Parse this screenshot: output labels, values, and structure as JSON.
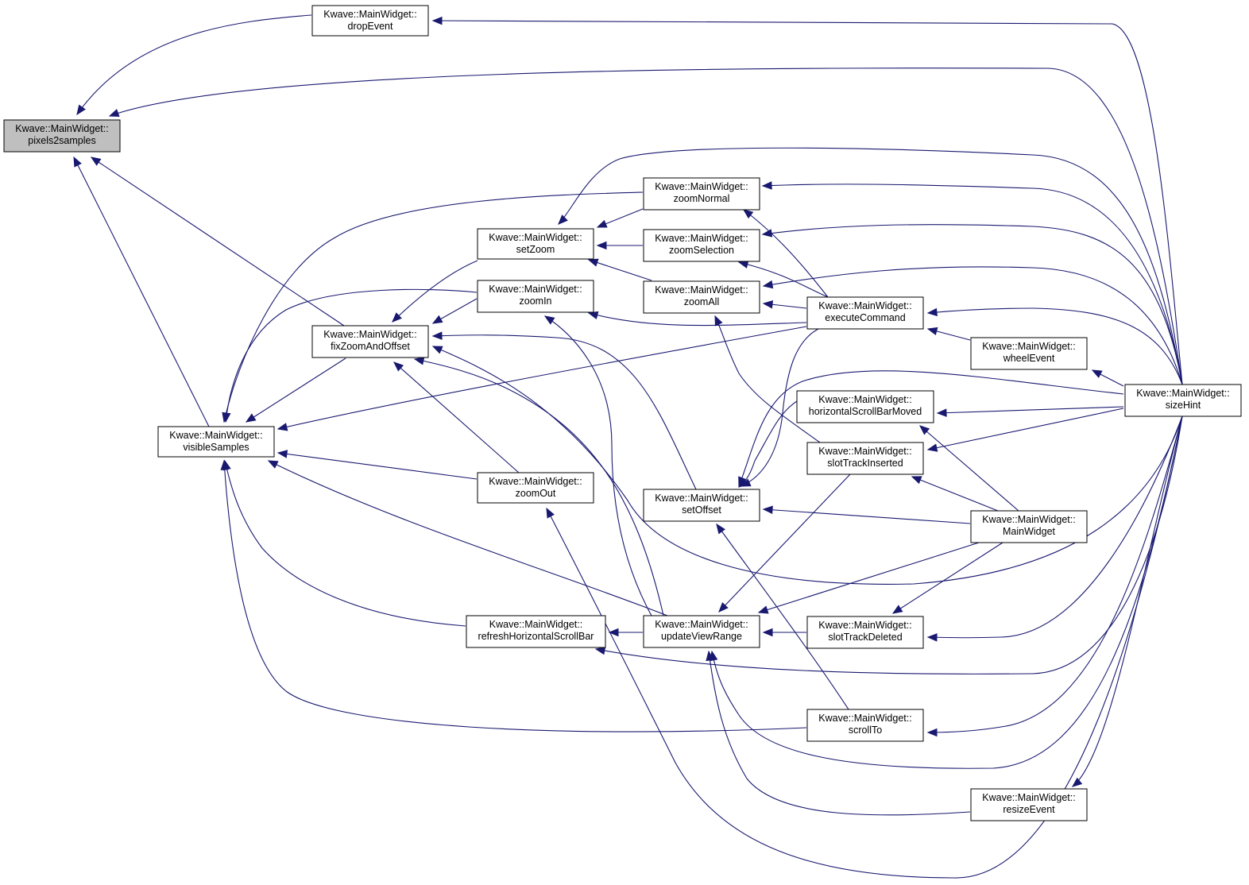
{
  "nodes": [
    {
      "id": "pixels2samples",
      "line1": "Kwave::MainWidget::",
      "line2": "pixels2samples",
      "root": true
    },
    {
      "id": "dropEvent",
      "line1": "Kwave::MainWidget::",
      "line2": "dropEvent"
    },
    {
      "id": "visibleSamples",
      "line1": "Kwave::MainWidget::",
      "line2": "visibleSamples"
    },
    {
      "id": "fixZoomAndOffset",
      "line1": "Kwave::MainWidget::",
      "line2": "fixZoomAndOffset"
    },
    {
      "id": "refreshHorizontalScrollBar",
      "line1": "Kwave::MainWidget::",
      "line2": "refreshHorizontalScrollBar"
    },
    {
      "id": "setZoom",
      "line1": "Kwave::MainWidget::",
      "line2": "setZoom"
    },
    {
      "id": "zoomIn",
      "line1": "Kwave::MainWidget::",
      "line2": "zoomIn"
    },
    {
      "id": "zoomOut",
      "line1": "Kwave::MainWidget::",
      "line2": "zoomOut"
    },
    {
      "id": "zoomNormal",
      "line1": "Kwave::MainWidget::",
      "line2": "zoomNormal"
    },
    {
      "id": "zoomSelection",
      "line1": "Kwave::MainWidget::",
      "line2": "zoomSelection"
    },
    {
      "id": "zoomAll",
      "line1": "Kwave::MainWidget::",
      "line2": "zoomAll"
    },
    {
      "id": "setOffset",
      "line1": "Kwave::MainWidget::",
      "line2": "setOffset"
    },
    {
      "id": "updateViewRange",
      "line1": "Kwave::MainWidget::",
      "line2": "updateViewRange"
    },
    {
      "id": "executeCommand",
      "line1": "Kwave::MainWidget::",
      "line2": "executeCommand"
    },
    {
      "id": "horizontalScrollBarMoved",
      "line1": "Kwave::MainWidget::",
      "line2": "horizontalScrollBarMoved"
    },
    {
      "id": "slotTrackInserted",
      "line1": "Kwave::MainWidget::",
      "line2": "slotTrackInserted"
    },
    {
      "id": "slotTrackDeleted",
      "line1": "Kwave::MainWidget::",
      "line2": "slotTrackDeleted"
    },
    {
      "id": "scrollTo",
      "line1": "Kwave::MainWidget::",
      "line2": "scrollTo"
    },
    {
      "id": "wheelEvent",
      "line1": "Kwave::MainWidget::",
      "line2": "wheelEvent"
    },
    {
      "id": "MainWidget",
      "line1": "Kwave::MainWidget::",
      "line2": "MainWidget"
    },
    {
      "id": "resizeEvent",
      "line1": "Kwave::MainWidget::",
      "line2": "resizeEvent"
    },
    {
      "id": "sizeHint",
      "line1": "Kwave::MainWidget::",
      "line2": "sizeHint"
    }
  ],
  "edges": [
    {
      "from": "dropEvent",
      "to": "pixels2samples"
    },
    {
      "from": "sizeHint",
      "to": "pixels2samples"
    },
    {
      "from": "fixZoomAndOffset",
      "to": "pixels2samples"
    },
    {
      "from": "visibleSamples",
      "to": "pixels2samples"
    },
    {
      "from": "sizeHint",
      "to": "dropEvent"
    },
    {
      "from": "fixZoomAndOffset",
      "to": "visibleSamples"
    },
    {
      "from": "zoomNormal",
      "to": "visibleSamples"
    },
    {
      "from": "zoomIn",
      "to": "visibleSamples"
    },
    {
      "from": "executeCommand",
      "to": "visibleSamples"
    },
    {
      "from": "zoomOut",
      "to": "visibleSamples"
    },
    {
      "from": "updateViewRange",
      "to": "visibleSamples"
    },
    {
      "from": "refreshHorizontalScrollBar",
      "to": "visibleSamples"
    },
    {
      "from": "scrollTo",
      "to": "visibleSamples"
    },
    {
      "from": "setZoom",
      "to": "fixZoomAndOffset"
    },
    {
      "from": "zoomIn",
      "to": "fixZoomAndOffset"
    },
    {
      "from": "setOffset",
      "to": "fixZoomAndOffset"
    },
    {
      "from": "zoomOut",
      "to": "fixZoomAndOffset"
    },
    {
      "from": "updateViewRange",
      "to": "fixZoomAndOffset"
    },
    {
      "from": "sizeHint",
      "to": "fixZoomAndOffset"
    },
    {
      "from": "updateViewRange",
      "to": "refreshHorizontalScrollBar"
    },
    {
      "from": "sizeHint",
      "to": "refreshHorizontalScrollBar"
    },
    {
      "from": "zoomNormal",
      "to": "setZoom"
    },
    {
      "from": "zoomSelection",
      "to": "setZoom"
    },
    {
      "from": "zoomAll",
      "to": "setZoom"
    },
    {
      "from": "sizeHint",
      "to": "setZoom"
    },
    {
      "from": "executeCommand",
      "to": "zoomIn"
    },
    {
      "from": "updateViewRange",
      "to": "zoomIn"
    },
    {
      "from": "sizeHint",
      "to": "zoomOut"
    },
    {
      "from": "executeCommand",
      "to": "zoomNormal"
    },
    {
      "from": "sizeHint",
      "to": "zoomNormal"
    },
    {
      "from": "executeCommand",
      "to": "zoomSelection"
    },
    {
      "from": "sizeHint",
      "to": "zoomSelection"
    },
    {
      "from": "executeCommand",
      "to": "zoomAll"
    },
    {
      "from": "sizeHint",
      "to": "zoomAll"
    },
    {
      "from": "slotTrackInserted",
      "to": "zoomAll"
    },
    {
      "from": "executeCommand",
      "to": "setOffset"
    },
    {
      "from": "horizontalScrollBarMoved",
      "to": "setOffset"
    },
    {
      "from": "MainWidget",
      "to": "setOffset"
    },
    {
      "from": "scrollTo",
      "to": "setOffset"
    },
    {
      "from": "sizeHint",
      "to": "setOffset"
    },
    {
      "from": "slotTrackDeleted",
      "to": "updateViewRange"
    },
    {
      "from": "slotTrackInserted",
      "to": "updateViewRange"
    },
    {
      "from": "MainWidget",
      "to": "updateViewRange"
    },
    {
      "from": "resizeEvent",
      "to": "updateViewRange"
    },
    {
      "from": "sizeHint",
      "to": "updateViewRange"
    },
    {
      "from": "sizeHint",
      "to": "executeCommand"
    },
    {
      "from": "wheelEvent",
      "to": "executeCommand"
    },
    {
      "from": "sizeHint",
      "to": "horizontalScrollBarMoved"
    },
    {
      "from": "MainWidget",
      "to": "horizontalScrollBarMoved"
    },
    {
      "from": "sizeHint",
      "to": "slotTrackInserted"
    },
    {
      "from": "MainWidget",
      "to": "slotTrackInserted"
    },
    {
      "from": "sizeHint",
      "to": "slotTrackDeleted"
    },
    {
      "from": "MainWidget",
      "to": "slotTrackDeleted"
    },
    {
      "from": "sizeHint",
      "to": "scrollTo"
    },
    {
      "from": "sizeHint",
      "to": "wheelEvent"
    },
    {
      "from": "sizeHint",
      "to": "resizeEvent"
    }
  ]
}
